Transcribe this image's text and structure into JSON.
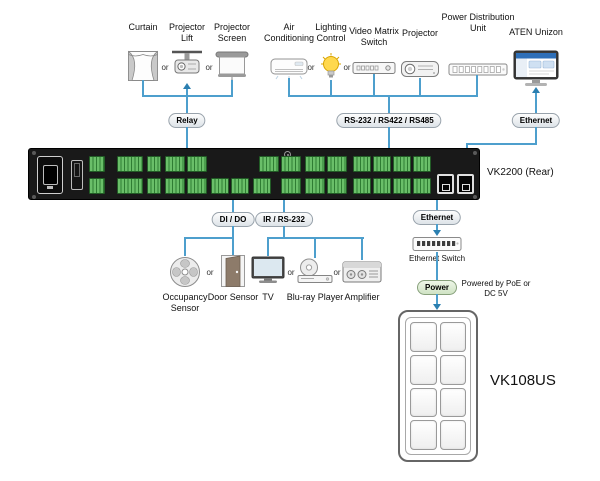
{
  "colors": {
    "line_blue": "#4d9fcd",
    "arrow_blue": "#2b7fb0",
    "terminal_block_green": "#2f7d33",
    "rack_body_black": "#191919",
    "bulb_yellow": "#ffd84d",
    "monitor_ui_blue": "#2e6fb8"
  },
  "or_label": "or",
  "top_devices": {
    "curtain": "Curtain",
    "projector_lift": "Projector Lift",
    "projector_screen": "Projector Screen",
    "air_conditioning": "Air Conditioning",
    "lighting_control": "Lighting Control",
    "video_matrix_switch": "Video Matrix Switch",
    "projector": "Projector",
    "power_distribution_unit": "Power Distribution Unit",
    "aten_unizon": "ATEN Unizon"
  },
  "connections": {
    "relay": "Relay",
    "serial": "RS-232 / RS422 / RS485",
    "ethernet_top": "Ethernet",
    "di_do": "DI / DO",
    "ir_rs232": "IR / RS-232",
    "ethernet_bottom": "Ethernet",
    "power": "Power"
  },
  "controller": {
    "label": "VK2200 (Rear)"
  },
  "bottom_devices": {
    "occupancy_sensor": "Occupancy Sensor",
    "door_sensor": "Door Sensor",
    "tv": "TV",
    "bluray_player": "Blu-ray Player",
    "amplifier": "Amplifier",
    "ethernet_switch": "Ethernet Switch"
  },
  "keypad": {
    "label": "VK108US",
    "power_note": "Powered by PoE or DC 5V"
  }
}
